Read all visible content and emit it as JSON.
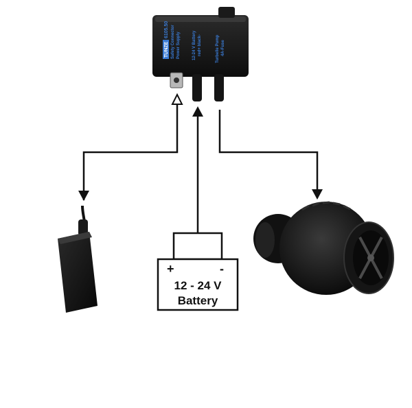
{
  "controller": {
    "label_brand": "TUNZE",
    "label_model": "6105.50",
    "label_line2": "Safety Connector",
    "label_power": "Power Supply",
    "label_battery": "12-24 V Battery",
    "label_battery_sub": "red+ black-",
    "label_pump": "Turbelle Pump",
    "label_pump_sub": "4A-Fuse"
  },
  "battery": {
    "plus": "+",
    "minus": "-",
    "voltage": "12 - 24 V",
    "name": "Battery"
  }
}
